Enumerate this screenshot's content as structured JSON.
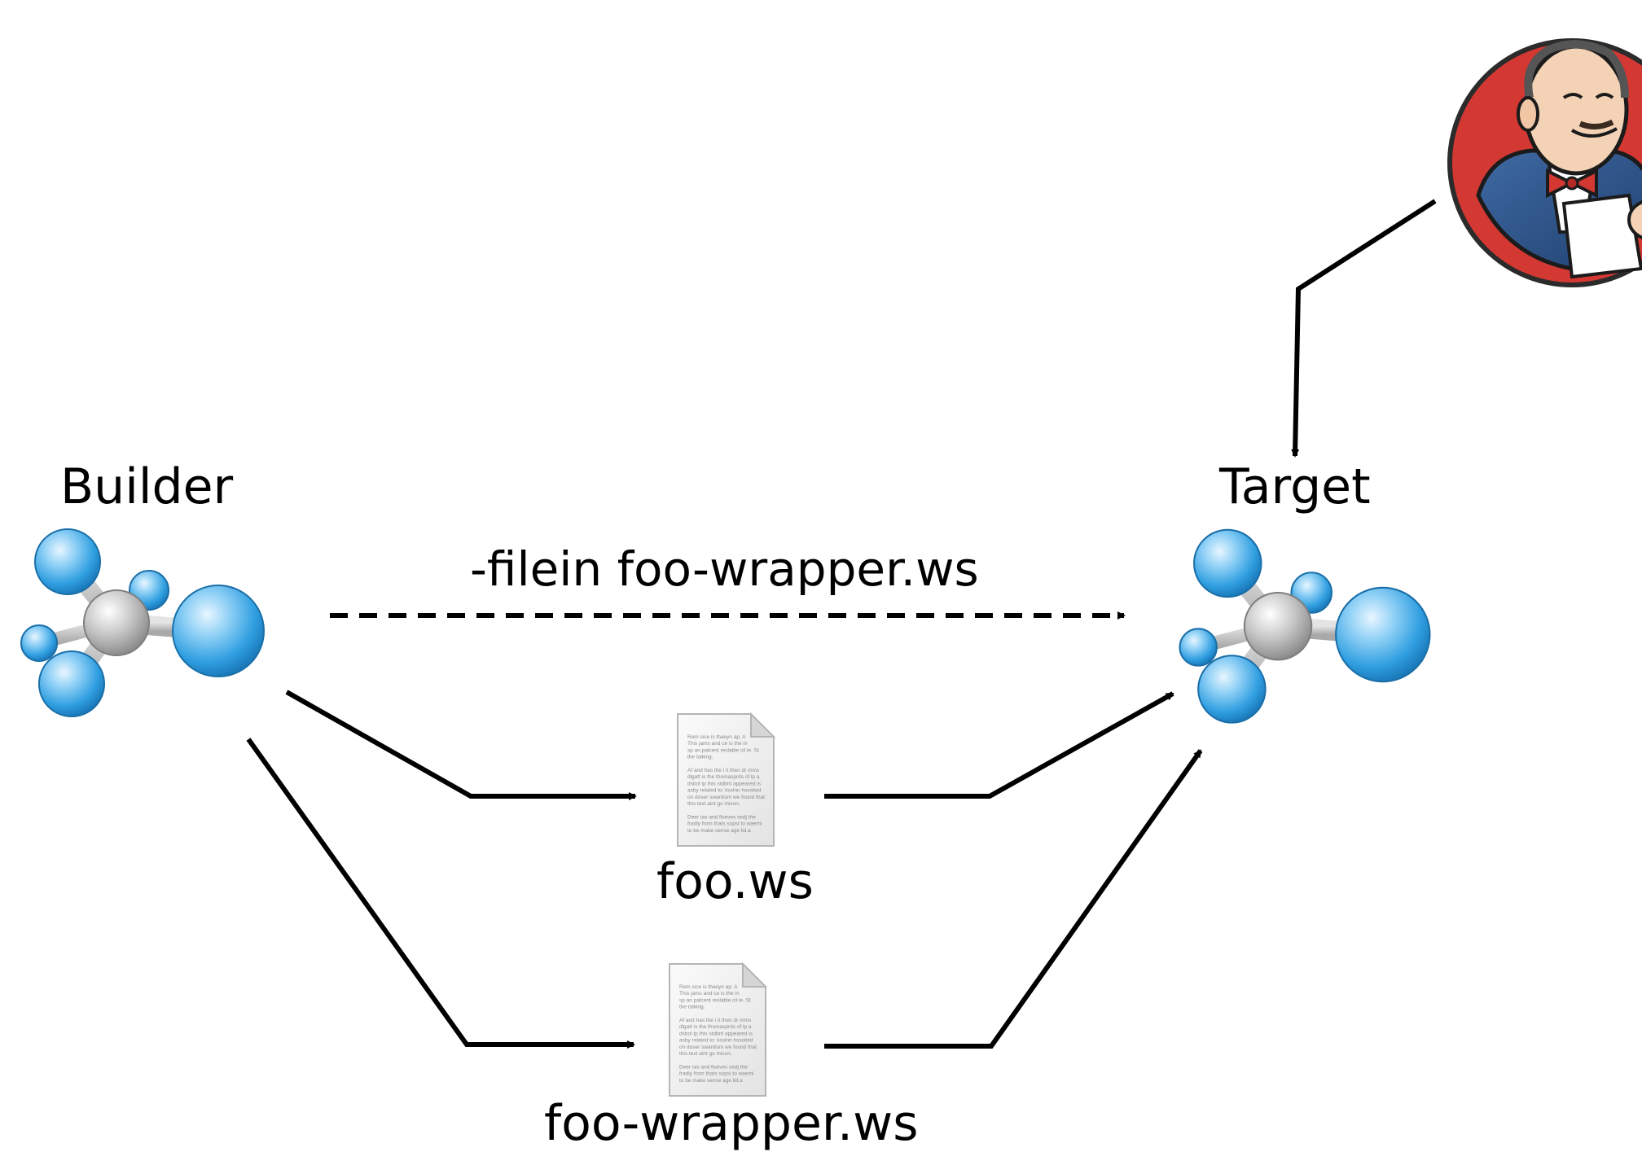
{
  "nodes": {
    "builder": {
      "label": "Builder"
    },
    "target": {
      "label": "Target"
    }
  },
  "files": {
    "foo": {
      "label": "foo.ws"
    },
    "wrapper": {
      "label": "foo-wrapper.ws"
    }
  },
  "edges": {
    "direct": {
      "label": "-filein foo-wrapper.ws",
      "style": "dashed"
    }
  },
  "document_icon_text": [
    "Rem sice is thaeyn ap. A",
    "This jams and ce is the m",
    "sp an palcent reslable cil ie. St",
    "the talking.",
    "",
    "Af and has the i it then dr mms",
    "dlgatt is the thomasprds of lp a",
    "dsbol tp this stdbnt appeared is",
    "asby related to: ksslnn hsssited",
    "on doser swantism we found that",
    "this text aint go mixon.",
    "",
    "Deer tas and fiseves sedj the",
    "fradly from thats sopsl to waeml",
    "to be make sense age lid.a"
  ],
  "icons": {
    "builder": "molecule-icon",
    "target": "molecule-icon",
    "file": "document-icon",
    "ci": "jenkins-butler-icon"
  },
  "colors": {
    "atom_blue": "#3aa6e3",
    "atom_center": "#b8b8b8",
    "jenkins_red": "#d33833",
    "arrow": "#000000"
  }
}
